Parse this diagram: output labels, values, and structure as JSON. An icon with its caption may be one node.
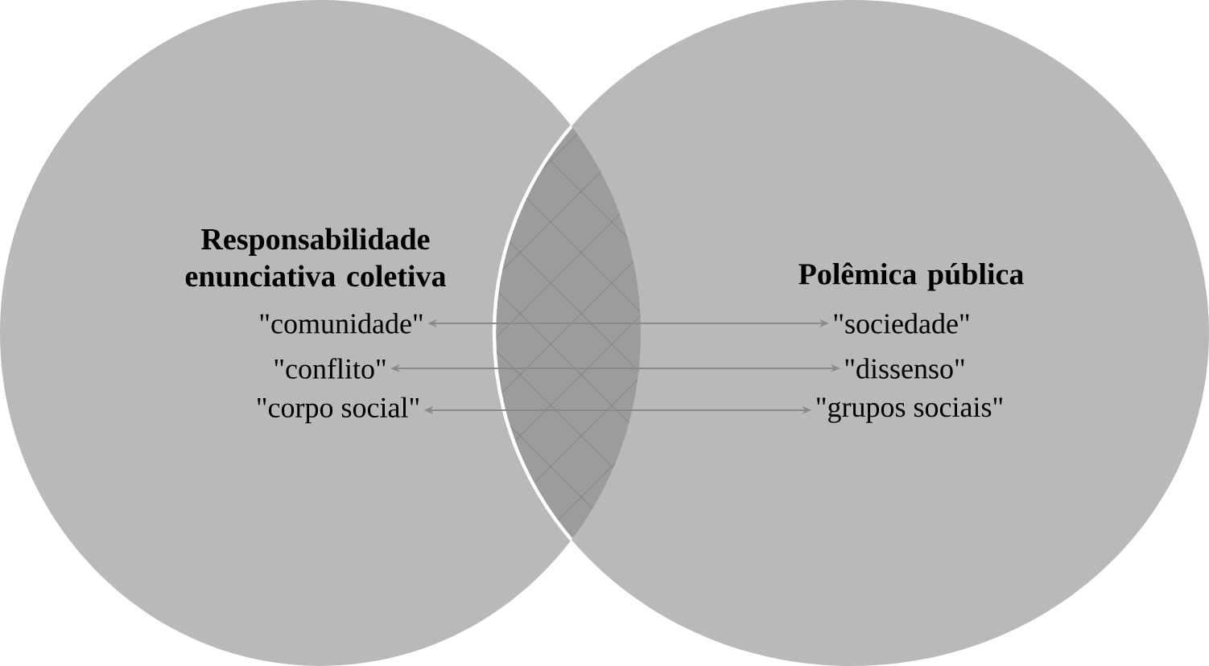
{
  "diagram": {
    "nodes": [
      {
        "text": [
          "Responsabilidade enunciativa coletiva"
        ]
      },
      {
        "text": [
          "Polêmica pública"
        ]
      },
      {
        "text": [
          "\"comunidade\""
        ],
        "in": 0
      },
      {
        "text": [
          "\"conflito\""
        ],
        "in": 0
      },
      {
        "text": [
          "\"corpo social\""
        ],
        "in": 0
      },
      {
        "text": [
          "\"sociedade\""
        ],
        "in": 1
      },
      {
        "text": [
          "\"dissenso\""
        ],
        "in": 1
      },
      {
        "text": [
          "\"grupos sociais\""
        ],
        "in": 1
      }
    ],
    "edges": [
      {
        "from": 2,
        "to": 5,
        "arrow": "both"
      },
      {
        "from": 3,
        "to": 6,
        "arrow": "both"
      },
      {
        "from": 4,
        "to": 7,
        "arrow": "both"
      }
    ]
  }
}
